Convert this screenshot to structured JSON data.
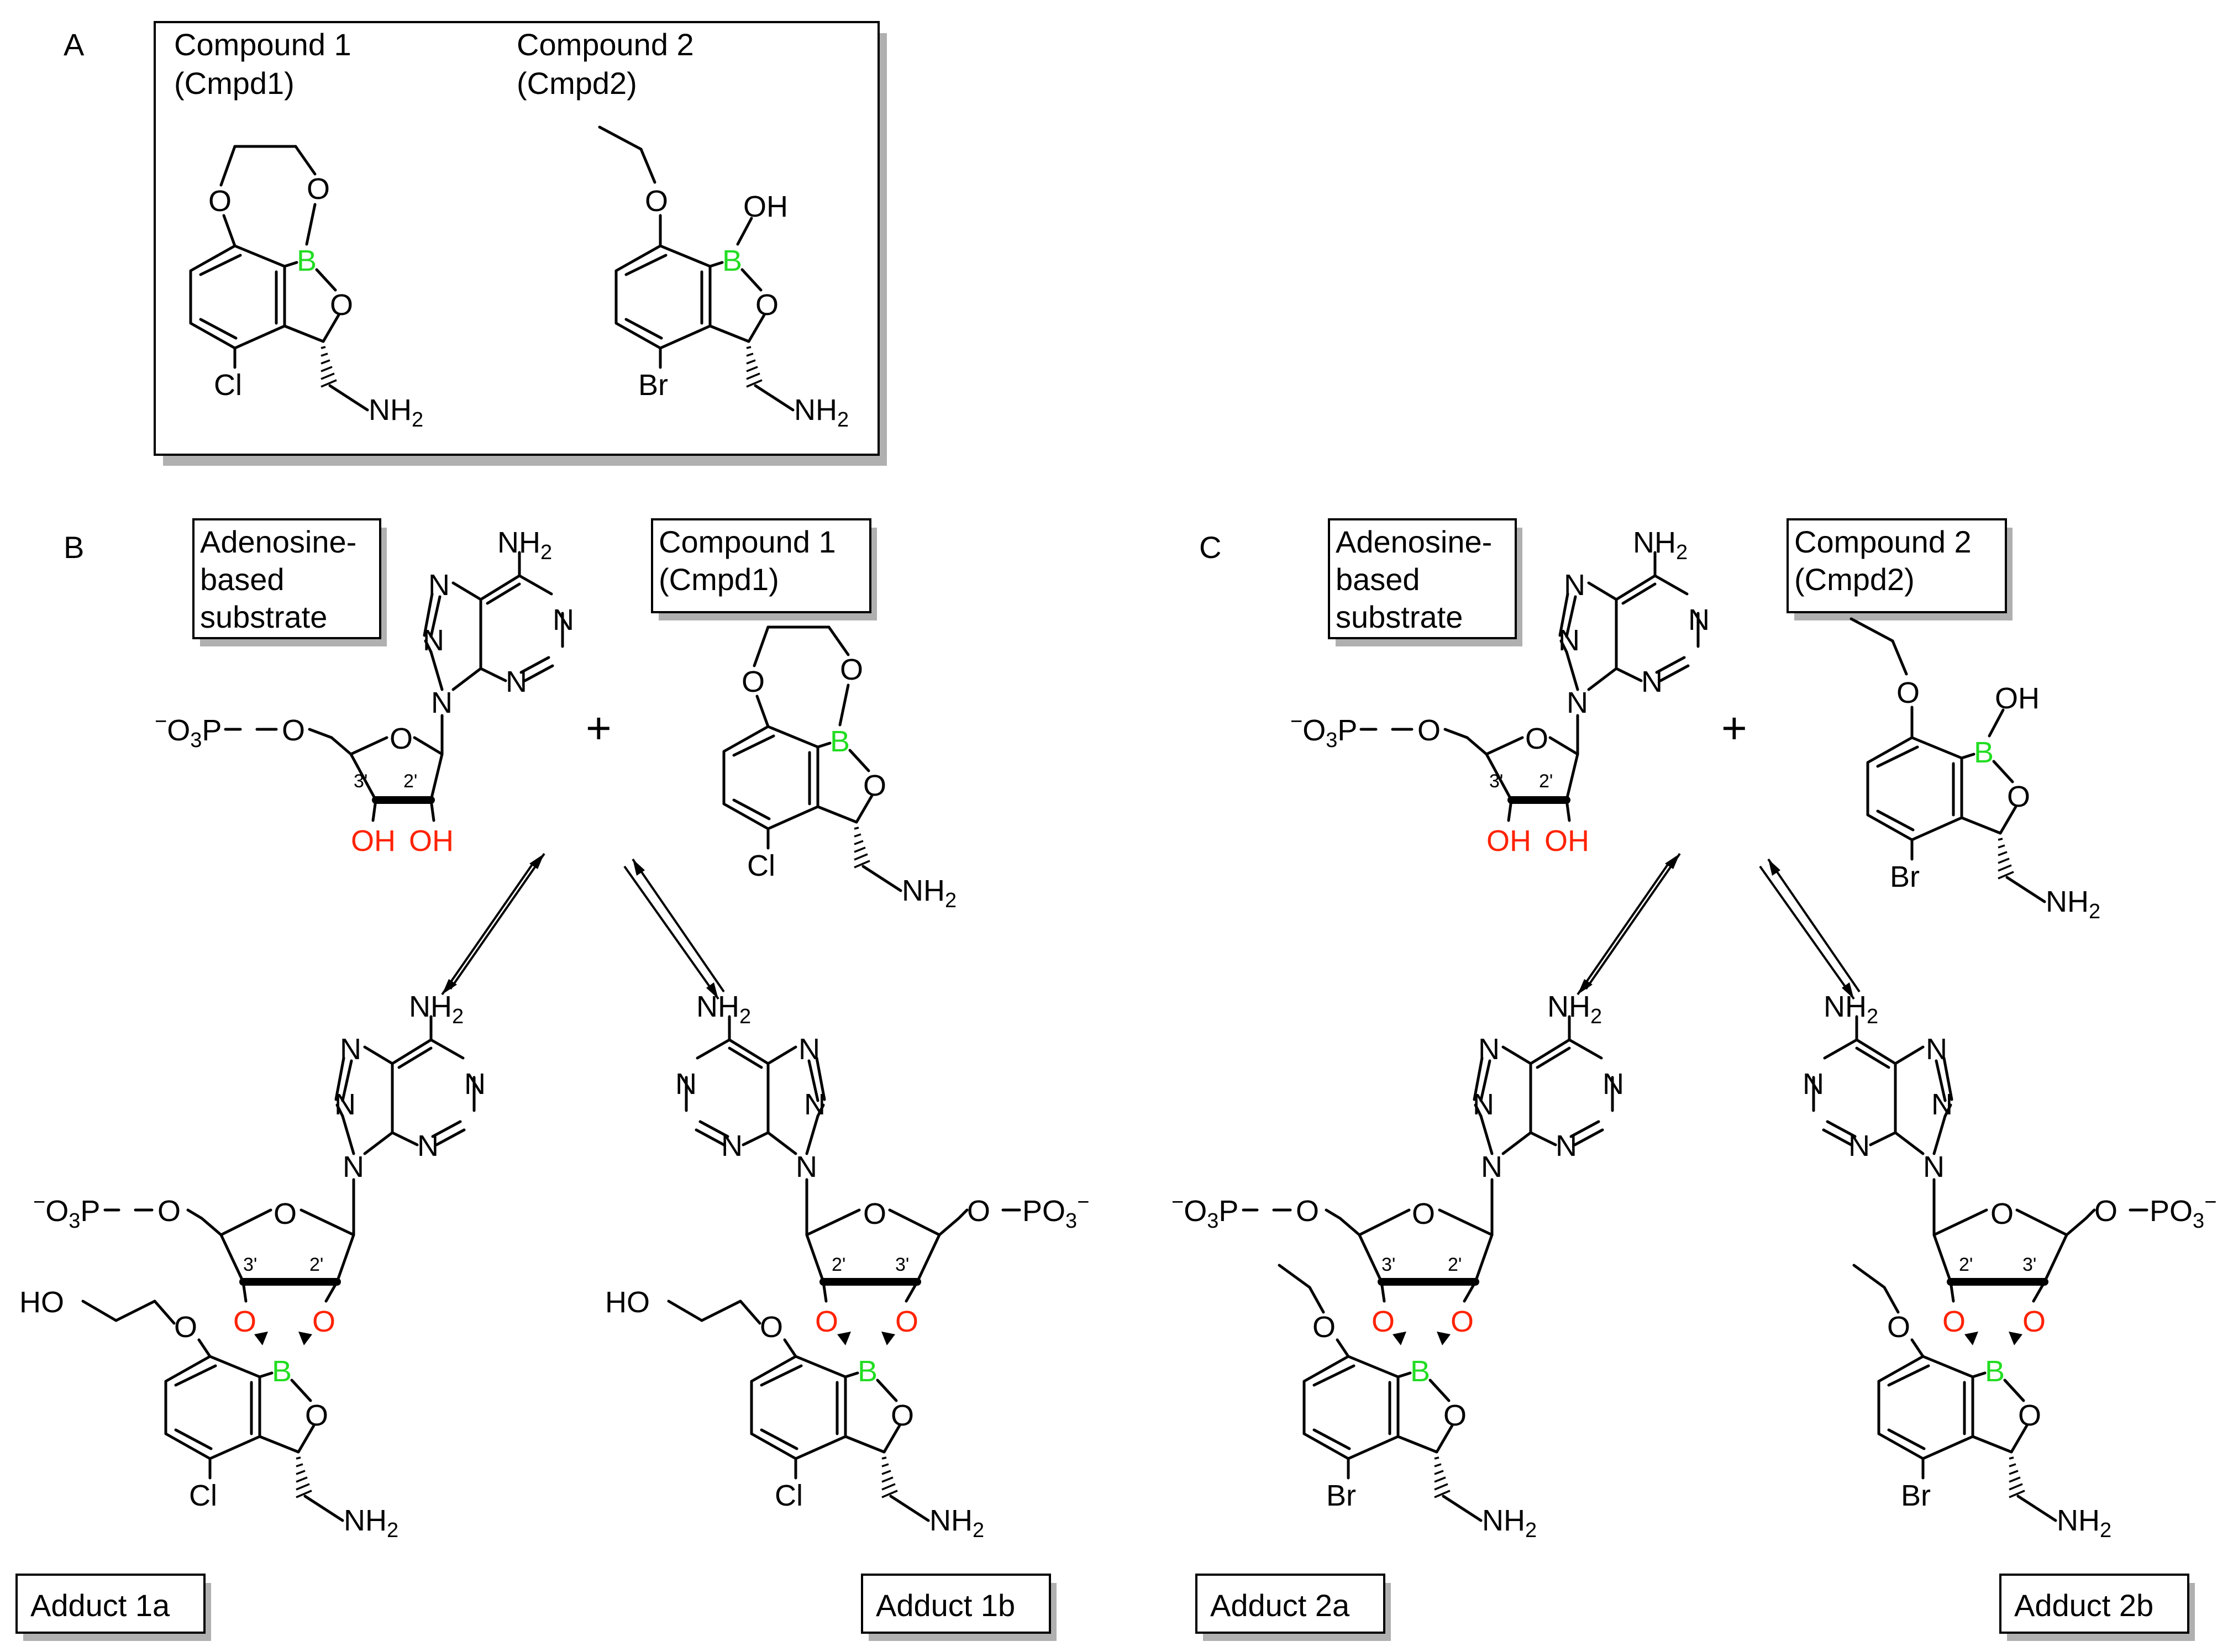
{
  "panels": {
    "A": {
      "letter": "A",
      "compound1_title": "Compound 1",
      "compound1_sub": "(Cmpd1)",
      "compound2_title": "Compound 2",
      "compound2_sub": "(Cmpd2)"
    },
    "B": {
      "letter": "B",
      "substrate_label": [
        "Adenosine-",
        "based",
        "substrate"
      ],
      "compound_label": [
        "Compound 1",
        "(Cmpd1)"
      ],
      "adduct_a": "Adduct 1a",
      "adduct_b": "Adduct 1b"
    },
    "C": {
      "letter": "C",
      "substrate_label": [
        "Adenosine-",
        "based",
        "substrate"
      ],
      "compound_label": [
        "Compound 2",
        "(Cmpd2)"
      ],
      "adduct_a": "Adduct 2a",
      "adduct_b": "Adduct 2b"
    }
  },
  "atoms": {
    "N": "N",
    "O": "O",
    "B": "B",
    "P": "P",
    "Cl": "Cl",
    "Br": "Br",
    "NH": "NH",
    "OH": "OH",
    "HO": "HO",
    "O3P": "O",
    "sub2": "2",
    "sub3": "3",
    "minus": "−",
    "plus": "+",
    "prime2": "2'",
    "prime3": "3'"
  },
  "colors": {
    "boron": "#22dd22",
    "reactive_oxygen": "#ff2200",
    "box_shadow": "#b0b0b0"
  }
}
